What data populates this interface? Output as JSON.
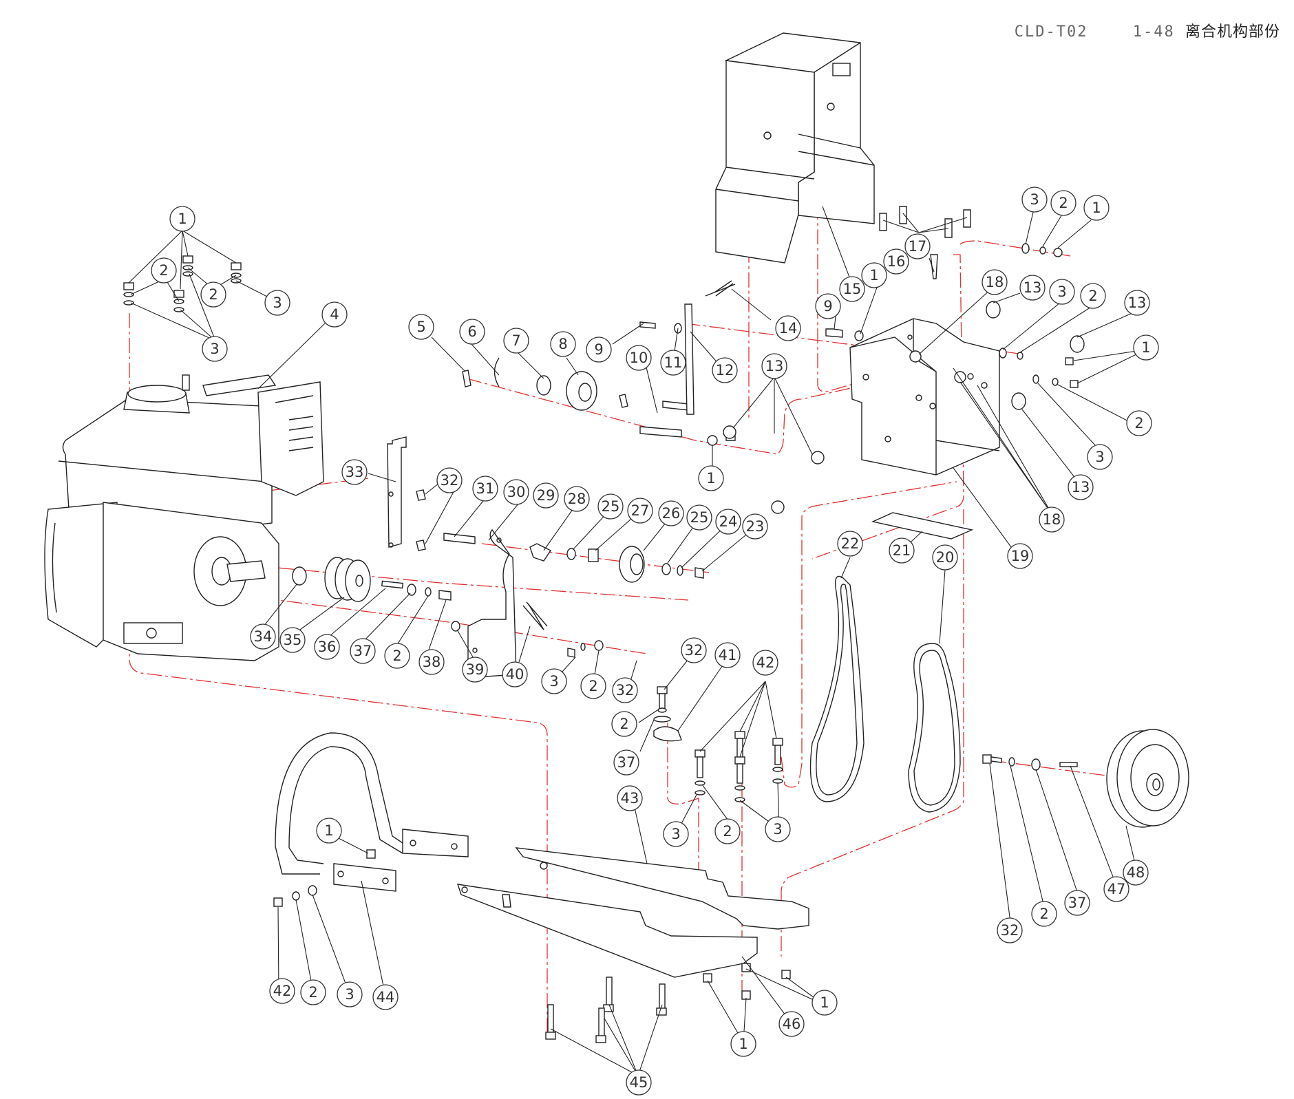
{
  "title": {
    "model_code": "CLD-T02",
    "part_range": "1-48",
    "section_name": "离合机构部份"
  },
  "colors": {
    "line": "#222222",
    "centerline": "#e03030",
    "text": "#333333"
  },
  "callouts": [
    {
      "label": "1"
    },
    {
      "label": "2"
    },
    {
      "label": "2"
    },
    {
      "label": "3"
    },
    {
      "label": "3"
    },
    {
      "label": "4"
    },
    {
      "label": "5"
    },
    {
      "label": "6"
    },
    {
      "label": "7"
    },
    {
      "label": "8"
    },
    {
      "label": "9"
    },
    {
      "label": "10"
    },
    {
      "label": "11"
    },
    {
      "label": "12"
    },
    {
      "label": "14"
    },
    {
      "label": "13"
    },
    {
      "label": "1"
    },
    {
      "label": "15"
    },
    {
      "label": "1"
    },
    {
      "label": "9"
    },
    {
      "label": "16"
    },
    {
      "label": "17"
    },
    {
      "label": "3"
    },
    {
      "label": "2"
    },
    {
      "label": "1"
    },
    {
      "label": "18"
    },
    {
      "label": "13"
    },
    {
      "label": "3"
    },
    {
      "label": "2"
    },
    {
      "label": "13"
    },
    {
      "label": "1"
    },
    {
      "label": "2"
    },
    {
      "label": "3"
    },
    {
      "label": "13"
    },
    {
      "label": "18"
    },
    {
      "label": "19"
    },
    {
      "label": "21"
    },
    {
      "label": "22"
    },
    {
      "label": "20"
    },
    {
      "label": "33"
    },
    {
      "label": "32"
    },
    {
      "label": "31"
    },
    {
      "label": "30"
    },
    {
      "label": "29"
    },
    {
      "label": "28"
    },
    {
      "label": "25"
    },
    {
      "label": "27"
    },
    {
      "label": "26"
    },
    {
      "label": "25"
    },
    {
      "label": "24"
    },
    {
      "label": "23"
    },
    {
      "label": "34"
    },
    {
      "label": "35"
    },
    {
      "label": "36"
    },
    {
      "label": "37"
    },
    {
      "label": "2"
    },
    {
      "label": "38"
    },
    {
      "label": "39"
    },
    {
      "label": "40"
    },
    {
      "label": "3"
    },
    {
      "label": "2"
    },
    {
      "label": "32"
    },
    {
      "label": "32"
    },
    {
      "label": "41"
    },
    {
      "label": "42"
    },
    {
      "label": "2"
    },
    {
      "label": "37"
    },
    {
      "label": "43"
    },
    {
      "label": "3"
    },
    {
      "label": "2"
    },
    {
      "label": "3"
    },
    {
      "label": "32"
    },
    {
      "label": "2"
    },
    {
      "label": "37"
    },
    {
      "label": "47"
    },
    {
      "label": "48"
    },
    {
      "label": "1"
    },
    {
      "label": "42"
    },
    {
      "label": "2"
    },
    {
      "label": "3"
    },
    {
      "label": "44"
    },
    {
      "label": "45"
    },
    {
      "label": "1"
    },
    {
      "label": "46"
    },
    {
      "label": "1"
    }
  ]
}
